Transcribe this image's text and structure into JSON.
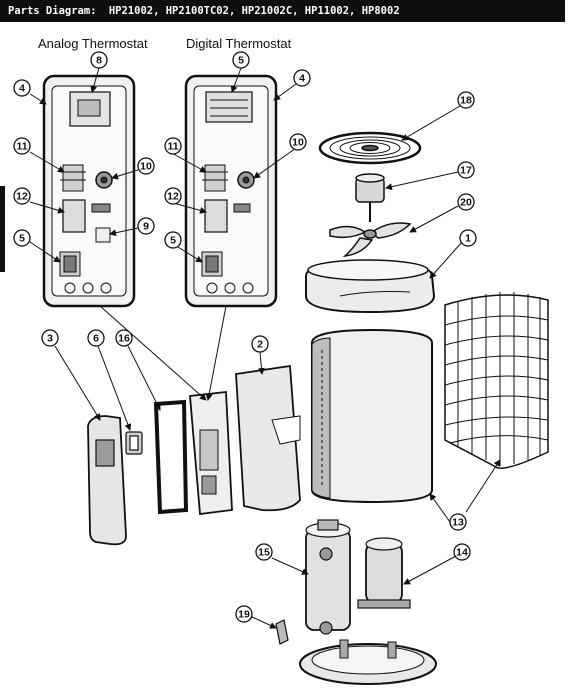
{
  "header": {
    "title": "Parts Diagram:",
    "models": "HP21002, HP2100TC02, HP21002C, HP11002, HP8002"
  },
  "sections": {
    "analog": "Analog Thermostat",
    "digital": "Digital Thermostat"
  },
  "callouts": [
    "1",
    "2",
    "3",
    "4",
    "5",
    "6",
    "8",
    "9",
    "10",
    "11",
    "12",
    "13",
    "14",
    "15",
    "16",
    "17",
    "18",
    "19",
    "20"
  ]
}
